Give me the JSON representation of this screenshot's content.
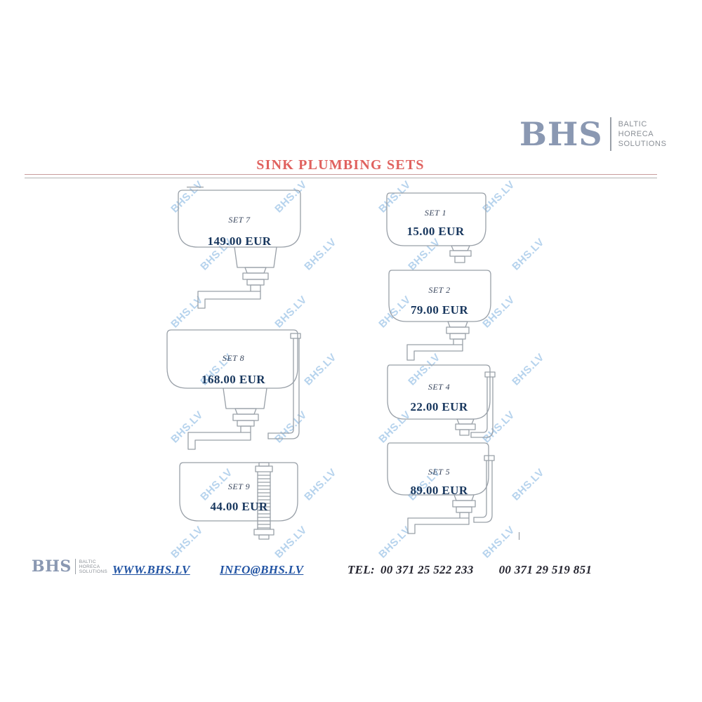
{
  "watermark": {
    "text": "BHS.LV"
  },
  "header": {
    "logo_text": "BHS",
    "logo_tagline": [
      "BALTIC",
      "HORECA",
      "SOLUTIONS"
    ],
    "title": "SINK PLUMBING SETS"
  },
  "products": [
    {
      "id": "set7",
      "set_label": "SET 7",
      "price": "149.00 EUR"
    },
    {
      "id": "set8",
      "set_label": "SET 8",
      "price": "168.00 EUR"
    },
    {
      "id": "set9",
      "set_label": "SET 9",
      "price": "44.00 EUR"
    },
    {
      "id": "set1",
      "set_label": "SET 1",
      "price": "15.00 EUR"
    },
    {
      "id": "set2",
      "set_label": "SET 2",
      "price": "79.00 EUR"
    },
    {
      "id": "set4",
      "set_label": "SET 4",
      "price": "22.00 EUR"
    },
    {
      "id": "set5",
      "set_label": "SET 5",
      "price": "89.00 EUR"
    }
  ],
  "footer": {
    "logo_text": "BHS",
    "logo_tagline": [
      "BALTIC",
      "HORECA",
      "SOLUTIONS"
    ],
    "website": "WWW.BHS.LV",
    "email": "INFO@BHS.LV",
    "tel_label": "TEL:",
    "phone1": "00 371  25 522 233",
    "phone2": "00 371 29 519 851"
  },
  "colors": {
    "title": "#e0615e",
    "price": "#17365d",
    "set_label": "#38455c",
    "link": "#2153a3",
    "tel": "#23232e",
    "watermark": "#6fa8dc",
    "logo": "#8a98b2",
    "drawing_stroke": "#99a0a8"
  }
}
